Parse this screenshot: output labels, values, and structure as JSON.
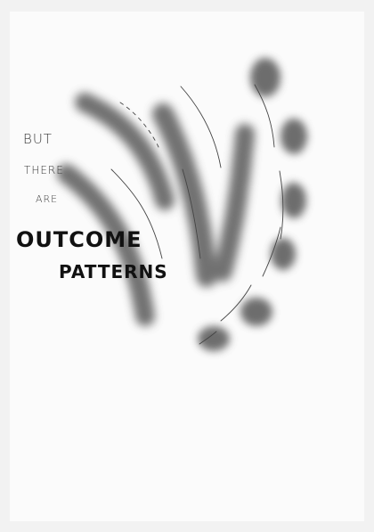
{
  "text": {
    "line1": "BUT",
    "line2": "THERE",
    "line3": "ARE",
    "headline1": "OUTCOME",
    "headline2": "PATTERNS"
  }
}
